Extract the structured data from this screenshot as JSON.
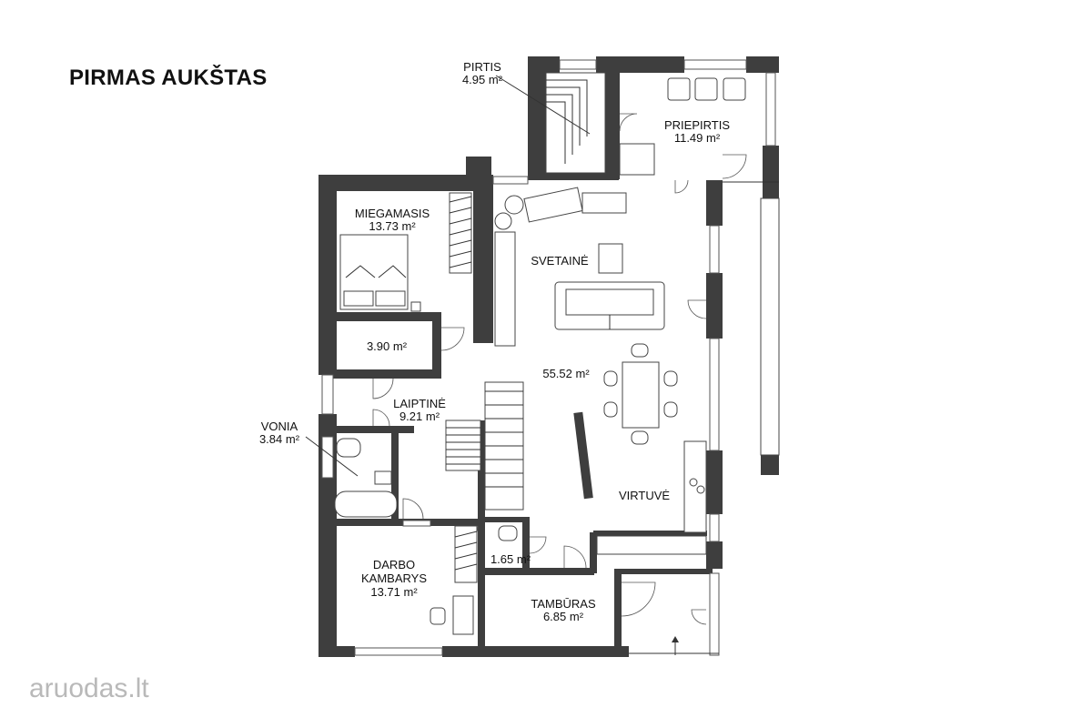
{
  "title": "PIRMAS AUKŠTAS",
  "watermark": {
    "brand": "aruodas",
    "domain": ".lt"
  },
  "rooms": [
    {
      "id": "pirtis",
      "lines": [
        "PIRTIS",
        "4.95 m²"
      ]
    },
    {
      "id": "priepirtis",
      "lines": [
        "PRIEPIRTIS",
        "11.49 m²"
      ]
    },
    {
      "id": "miegamasis",
      "lines": [
        "MIEGAMASIS",
        "13.73 m²"
      ]
    },
    {
      "id": "sandeliukas",
      "lines": [
        "3.90 m²"
      ]
    },
    {
      "id": "svetaine",
      "lines": [
        "SVETAINĖ"
      ]
    },
    {
      "id": "svetaine-area",
      "lines": [
        "55.52 m²"
      ]
    },
    {
      "id": "laiptine",
      "lines": [
        "LAIPTINĖ",
        "9.21 m²"
      ]
    },
    {
      "id": "vonia",
      "lines": [
        "VONIA",
        "3.84 m²"
      ]
    },
    {
      "id": "virtuve",
      "lines": [
        "VIRTUVĖ"
      ]
    },
    {
      "id": "wc",
      "lines": [
        "1.65 m²"
      ]
    },
    {
      "id": "darbo",
      "lines": [
        "DARBO",
        "KAMBARYS",
        "13.71 m²"
      ]
    },
    {
      "id": "tamburas",
      "lines": [
        "TAMBŪRAS",
        "6.85 m²"
      ]
    }
  ]
}
